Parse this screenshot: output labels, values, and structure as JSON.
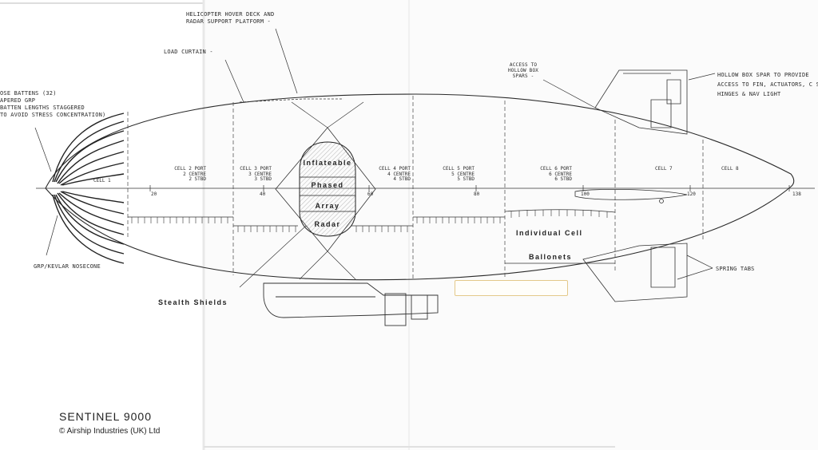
{
  "labels": {
    "helicopter_deck": [
      "HELICOPTER HOVER DECK AND",
      "RADAR SUPPORT PLATFORM -"
    ],
    "load_curtain": "LOAD CURTAIN -",
    "nose_battens": [
      "OSE BATTENS (32)",
      "APERED GRP",
      "BATTEN LENGTHS STAGGERED",
      "TO AVOID STRESS CONCENTRATION)"
    ],
    "access_hollow": [
      "ACCESS TO",
      "HOLLOW BOX",
      "SPARS -"
    ],
    "hollow_spar": [
      "HOLLOW BOX SPAR TO PROVIDE",
      "ACCESS TO FIN, ACTUATORS, C S",
      "HINGES & NAV LIGHT"
    ],
    "nosecone": "GRP/KEVLAR NOSECONE",
    "spring_tabs": "SPRING TABS"
  },
  "cells": [
    {
      "lines": [
        "CELL 1"
      ]
    },
    {
      "lines": [
        "CELL 2 PORT",
        "2 CENTRE",
        "2 STBD"
      ]
    },
    {
      "lines": [
        "CELL 3 PORT",
        "3 CENTRE",
        "3 STBD"
      ]
    },
    {
      "lines": [
        "CELL 4 PORT",
        "4 CENTRE",
        "4 STBD"
      ]
    },
    {
      "lines": [
        "CELL 5 PORT",
        "5 CENTRE",
        "5 STBD"
      ]
    },
    {
      "lines": [
        "CELL 6 PORT",
        "6 CENTRE",
        "6 STBD"
      ]
    },
    {
      "lines": [
        "CELL 7"
      ]
    },
    {
      "lines": [
        "CELL 8"
      ]
    }
  ],
  "axis_ticks": [
    "20",
    "40",
    "60",
    "80",
    "100",
    "120",
    "138"
  ],
  "radar_words": [
    "Inflateable",
    "Phased",
    "Array",
    "Radar"
  ],
  "annotations": {
    "stealth": "Stealth Shields",
    "ballonets": [
      "Individual Cell",
      "Ballonets"
    ]
  },
  "title": "SENTINEL 9000",
  "credit": "© Airship Industries (UK) Ltd"
}
